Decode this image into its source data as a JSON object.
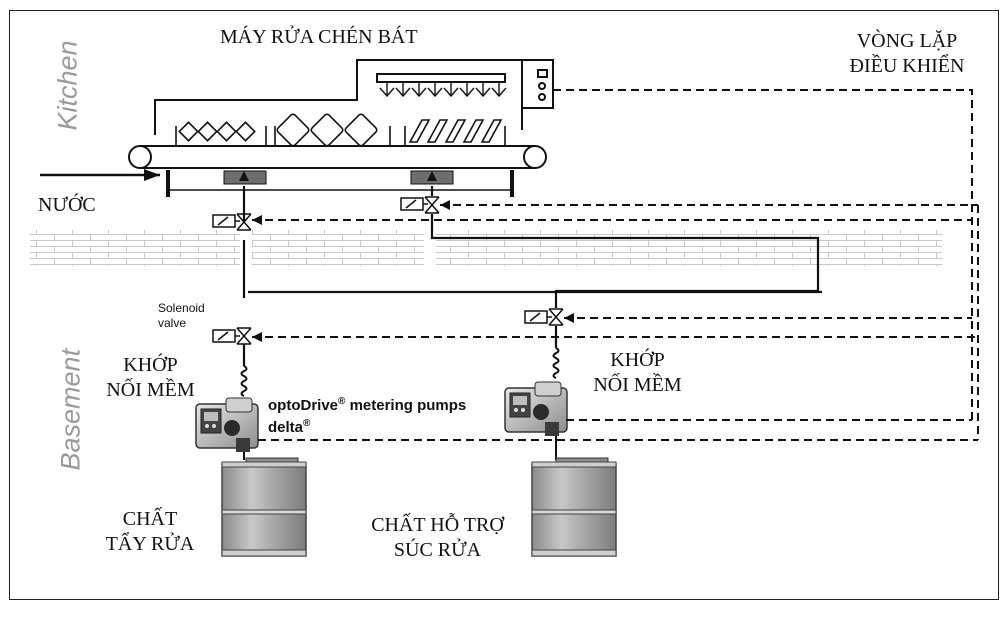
{
  "zones": {
    "kitchen": "Kitchen",
    "basement": "Basement"
  },
  "labels": {
    "dishwasher": "MÁY RỬA CHÉN BÁT",
    "control_loop_line1": "VÒNG LẶP",
    "control_loop_line2": "ĐIỀU KHIỂN",
    "water": "NƯỚC",
    "solenoid_line1": "Solenoid",
    "solenoid_line2": "valve",
    "flex_left_line1": "KHỚP",
    "flex_left_line2": "NỐI MỀM",
    "flex_right_line1": "KHỚP",
    "flex_right_line2": "NỐI MỀM",
    "pump_brand": "optoDrive",
    "pump_desc": "metering pumps",
    "pump_model": "delta",
    "reg_mark": "®",
    "detergent_line1": "CHẤT",
    "detergent_line2": "TẨY RỬA",
    "rinse_line1": "CHẤT HỖ TRỢ",
    "rinse_line2": "SÚC RỬA"
  },
  "colors": {
    "line": "#111111",
    "wall": "#c8c8c8",
    "tank_body": "#9c9c9c",
    "tank_light": "#d6d6d6",
    "zone_text": "#9a9a9a",
    "heater": "#6e6e6e"
  }
}
